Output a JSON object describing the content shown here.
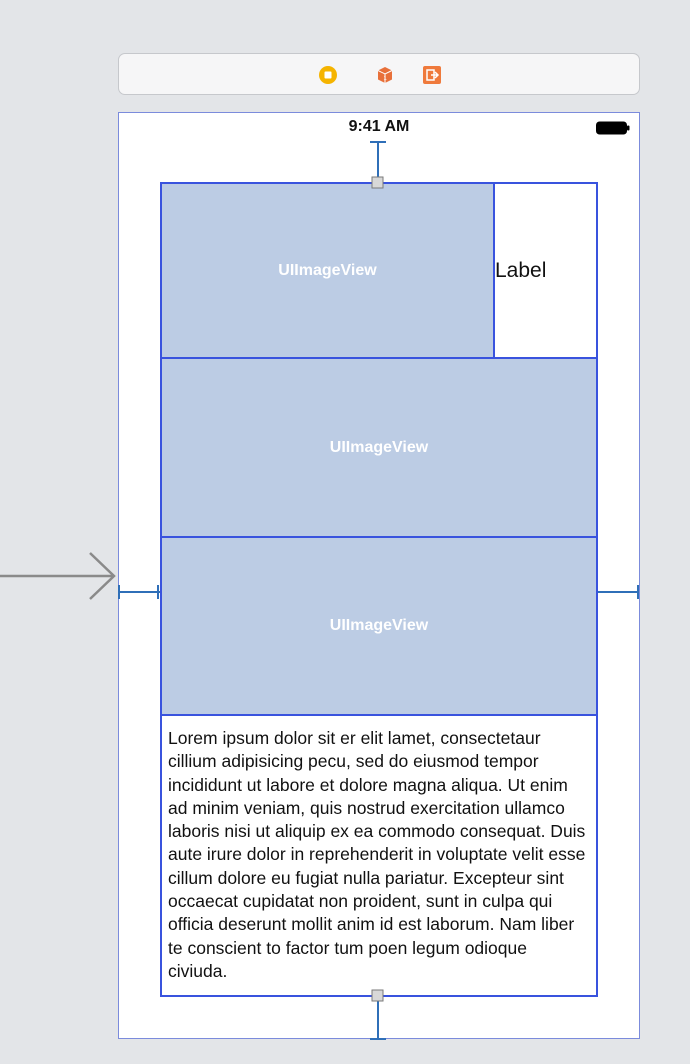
{
  "scene_dock": {
    "icons": [
      "view-controller-icon",
      "first-responder-icon",
      "exit-icon"
    ],
    "colors": {
      "view_controller": "#f5b400",
      "first_responder": "#e8703a",
      "exit": "#ef7a3c"
    }
  },
  "status_bar": {
    "time": "9:41 AM"
  },
  "views": {
    "image_view_1": "UIImageView",
    "label": "Label",
    "image_view_2": "UIImageView",
    "image_view_3": "UIImageView",
    "text_view": "Lorem ipsum dolor sit er elit lamet, consectetaur cillium adipisicing pecu, sed do eiusmod tempor incididunt ut labore et dolore magna aliqua. Ut enim ad minim veniam, quis nostrud exercitation ullamco laboris nisi ut aliquip ex ea commodo consequat. Duis aute irure dolor in reprehenderit in voluptate velit esse cillum dolore eu fugiat nulla pariatur. Excepteur sint occaecat cupidatat non proident, sunt in culpa qui officia deserunt mollit anim id est laborum. Nam liber te conscient to factor tum poen legum odioque civiuda."
  },
  "colors": {
    "selection_border": "#3953de",
    "image_fill": "#bccce4",
    "constraint": "#2f6fb8",
    "canvas": "#e3e5e8"
  }
}
